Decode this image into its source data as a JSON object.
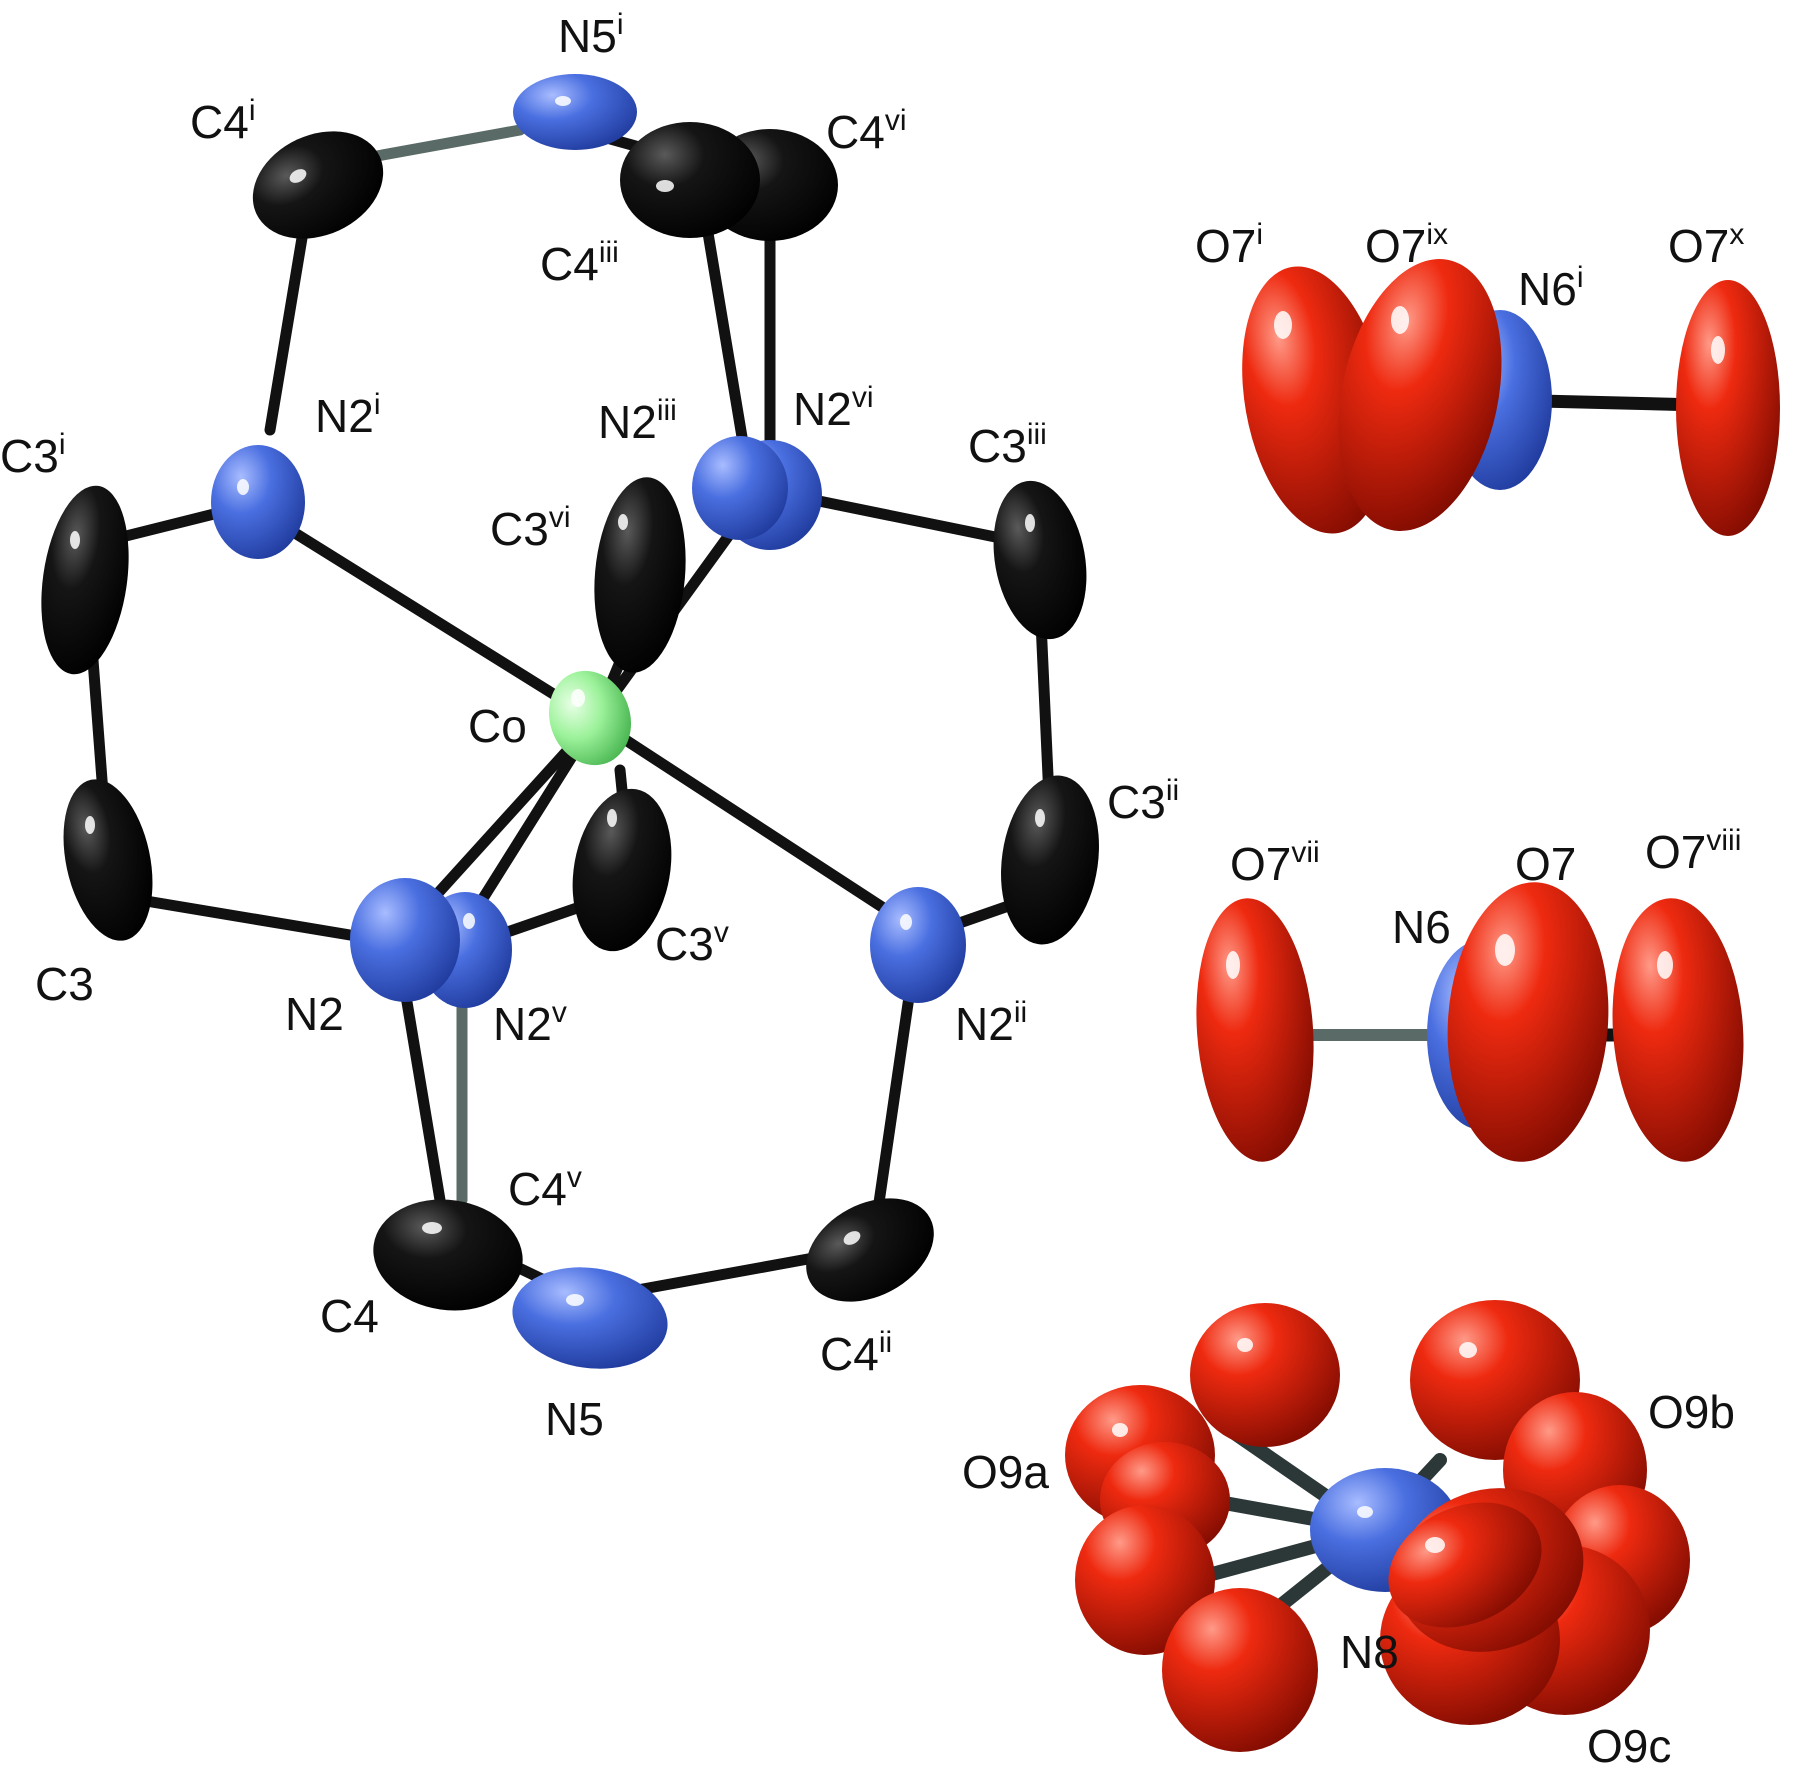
{
  "colors": {
    "carbon": "#1a1a1a",
    "carbon_dark": "#000000",
    "nitrogen": "#4a6fe0",
    "nitrogen_dark": "#1f3a9c",
    "oxygen": "#ee2a10",
    "oxygen_dark": "#8a0a00",
    "cobalt": "#9cf29a",
    "cobalt_dark": "#3fae48",
    "bond": "#111111",
    "highlight": "#ffffff"
  },
  "atoms": {
    "Co": {
      "label": "Co"
    },
    "N2": {
      "label": "N2",
      "sup": ""
    },
    "N2i": {
      "label": "N2",
      "sup": "i"
    },
    "N2ii": {
      "label": "N2",
      "sup": "ii"
    },
    "N2iii": {
      "label": "N2",
      "sup": "iii"
    },
    "N2v": {
      "label": "N2",
      "sup": "v"
    },
    "N2vi": {
      "label": "N2",
      "sup": "vi"
    },
    "C3": {
      "label": "C3",
      "sup": ""
    },
    "C3i": {
      "label": "C3",
      "sup": "i"
    },
    "C3ii": {
      "label": "C3",
      "sup": "ii"
    },
    "C3iii": {
      "label": "C3",
      "sup": "iii"
    },
    "C3v": {
      "label": "C3",
      "sup": "v"
    },
    "C3vi": {
      "label": "C3",
      "sup": "vi"
    },
    "C4": {
      "label": "C4",
      "sup": ""
    },
    "C4i": {
      "label": "C4",
      "sup": "i"
    },
    "C4ii": {
      "label": "C4",
      "sup": "ii"
    },
    "C4iii": {
      "label": "C4",
      "sup": "iii"
    },
    "C4v": {
      "label": "C4",
      "sup": "v"
    },
    "C4vi": {
      "label": "C4",
      "sup": "vi"
    },
    "N5": {
      "label": "N5",
      "sup": ""
    },
    "N5i": {
      "label": "N5",
      "sup": "i"
    },
    "O7i": {
      "label": "O7",
      "sup": "i"
    },
    "O7ix": {
      "label": "O7",
      "sup": "ix"
    },
    "N6i": {
      "label": "N6",
      "sup": "i"
    },
    "O7x": {
      "label": "O7",
      "sup": "x"
    },
    "O7vii": {
      "label": "O7",
      "sup": "vii"
    },
    "N6": {
      "label": "N6",
      "sup": ""
    },
    "O7": {
      "label": "O7",
      "sup": ""
    },
    "O7viii": {
      "label": "O7",
      "sup": "viii"
    },
    "O9a": {
      "label": "O9a"
    },
    "O9b": {
      "label": "O9b"
    },
    "O9c": {
      "label": "O9c"
    },
    "N8": {
      "label": "N8"
    }
  }
}
